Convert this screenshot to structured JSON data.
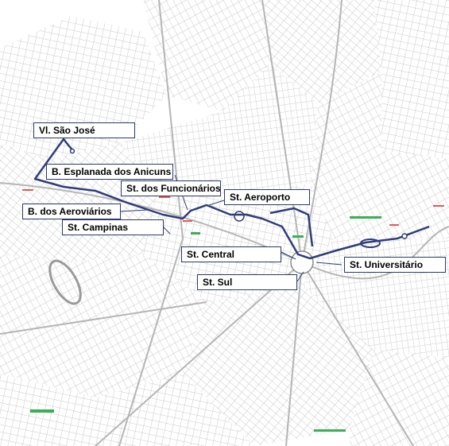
{
  "map": {
    "colors": {
      "background": "#ffffff",
      "streets": "#c9c9c9",
      "route": "#2f3d7a",
      "label_border": "#2b3a67",
      "parks": "#3cae55",
      "markers": "#e05a5a"
    },
    "route_line": "bus-corridor",
    "labels": {
      "vl_sao_jose": "Vl. São José",
      "esplanada": "B. Esplanada dos Anicuns",
      "funcionarios": "St. dos Funcionários",
      "aeroporto": "St. Aeroporto",
      "aeroviarios": "B. dos Aeroviários",
      "campinas": "St. Campinas",
      "central": "St. Central",
      "sul": "St. Sul",
      "universitario": "St. Universitário"
    }
  }
}
